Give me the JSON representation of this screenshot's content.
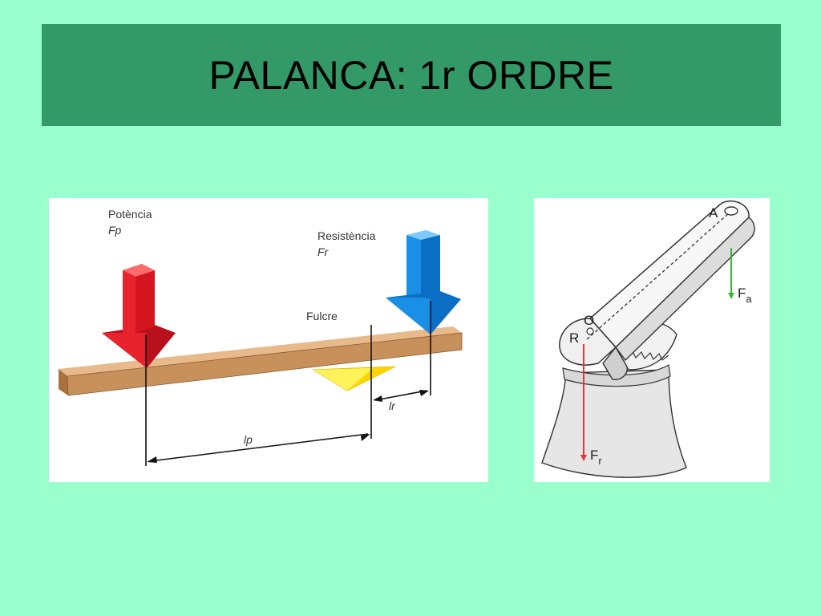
{
  "slide": {
    "title": "PALANCA: 1r ORDRE"
  },
  "lever": {
    "effort_label": "Potència",
    "effort_symbol": "Fp",
    "resistance_label": "Resistència",
    "resistance_symbol": "Fr",
    "fulcrum_label": "Fulcre",
    "effort_arm": "lp",
    "resistance_arm": "lr",
    "colors": {
      "effort_arrow": "#e8232e",
      "resistance_arrow": "#1a8fe6",
      "beam": "#c8905a",
      "fulcrum": "#ffee22"
    }
  },
  "opener": {
    "point_a": "A",
    "point_o": "O",
    "point_r": "R",
    "force_a_main": "F",
    "force_a_sub": "a",
    "force_r_main": "F",
    "force_r_sub": "r",
    "colors": {
      "force_a": "#33bb33",
      "force_r": "#ee3333"
    }
  }
}
